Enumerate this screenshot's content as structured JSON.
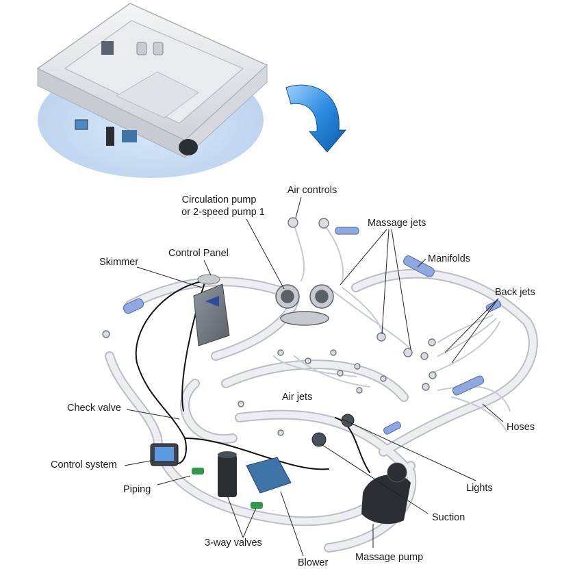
{
  "diagram": {
    "labels": {
      "air_controls": "Air controls",
      "circulation_pump_line1": "Circulation pump",
      "circulation_pump_line2": "or 2-speed pump 1",
      "massage_jets": "Massage jets",
      "manifolds": "Manifolds",
      "skimmer": "Skimmer",
      "control_panel": "Control Panel",
      "back_jets": "Back jets",
      "air_jets": "Air jets",
      "check_valve": "Check valve",
      "hoses": "Hoses",
      "control_system": "Control system",
      "lights": "Lights",
      "piping": "Piping",
      "suction": "Suction",
      "three_way_valves": "3-way valves",
      "blower": "Blower",
      "massage_pump": "Massage pump"
    },
    "colors": {
      "pipe": "#e6e8ec",
      "pipe_edge": "#b9bec6",
      "manifold": "#8fa8e0",
      "arrow": "#1e78d0",
      "water_glow": "#cfe0f5",
      "device_dark": "#2b2f34",
      "blower_blue": "#3f74a8",
      "valve_green": "#2f9a4a"
    }
  }
}
